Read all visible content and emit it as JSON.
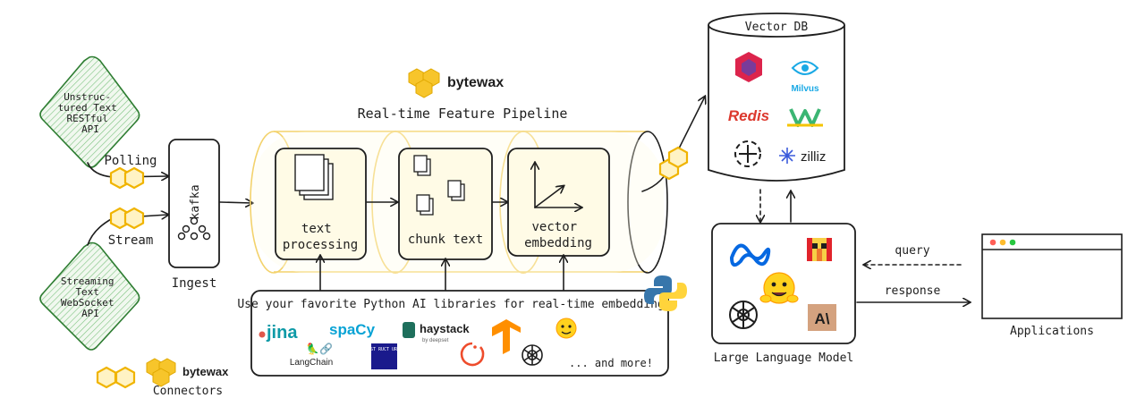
{
  "sources": {
    "restful": [
      "Unstruc-",
      "tured Text",
      "RESTful",
      "API"
    ],
    "websocket": [
      "Streaming",
      "Text",
      "WebSocket",
      "API"
    ]
  },
  "connections": {
    "polling": "Polling",
    "stream": "Stream"
  },
  "ingest": {
    "label": "Ingest",
    "kafka": "kafka"
  },
  "bytewax": {
    "brand": "bytewax",
    "connectors_label": "Connectors"
  },
  "pipeline": {
    "title": "Real-time Feature Pipeline",
    "step1": [
      "text",
      "processing"
    ],
    "step2": "chunk text",
    "step3": [
      "vector",
      "embedding"
    ]
  },
  "libraries": {
    "heading": "Use your favorite Python AI libraries for real-time embeddings",
    "jina": "jina",
    "spacy": "spaCy",
    "haystack": "haystack",
    "haystack_by": "by deepset",
    "langchain": "LangChain",
    "unstructured": "UNST RUCT URED",
    "more": "... and more!"
  },
  "vector_db": {
    "title": "Vector DB",
    "milvus": "Milvus",
    "redis": "Redis",
    "zilliz": "zilliz"
  },
  "llm": {
    "label": "Large Language Model",
    "anthropic": "A\\"
  },
  "flows": {
    "query": "query",
    "response": "response"
  },
  "applications": {
    "label": "Applications"
  },
  "colors": {
    "bytewax_yellow": "#f7c52b",
    "pipeline_border": "#f3d26b",
    "green": "#2e7d32",
    "redis": "#dc382d",
    "milvus": "#1aa9e5",
    "meta": "#0668e1"
  }
}
